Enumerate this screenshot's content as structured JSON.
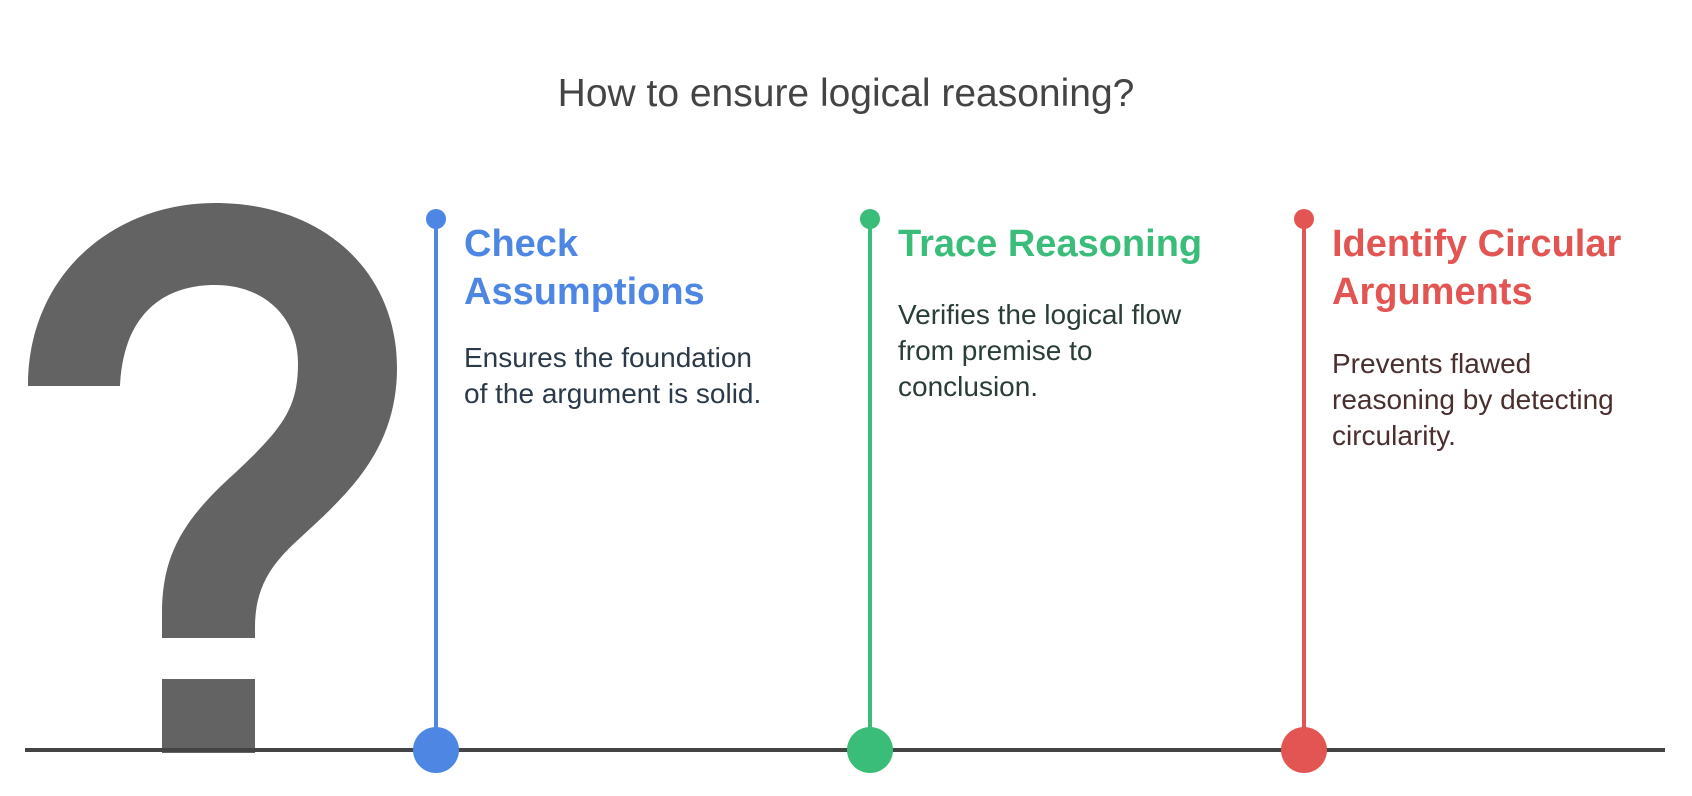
{
  "title": "How to ensure logical reasoning?",
  "icon": "question-mark-icon",
  "colors": {
    "step1": "#4e86e4",
    "step2": "#3bbd7a",
    "step3": "#e25552",
    "line": "#444444",
    "question_mark": "#636363"
  },
  "steps": [
    {
      "heading_line1": "Check",
      "heading_line2": "Assumptions",
      "desc_line1": "Ensures the foundation",
      "desc_line2": "of the argument is solid."
    },
    {
      "heading_line1": "Trace Reasoning",
      "desc_line1": "Verifies the logical flow",
      "desc_line2": "from premise to",
      "desc_line3": "conclusion."
    },
    {
      "heading_line1": "Identify Circular",
      "heading_line2": "Arguments",
      "desc_line1": "Prevents flawed",
      "desc_line2": "reasoning by detecting",
      "desc_line3": "circularity."
    }
  ]
}
